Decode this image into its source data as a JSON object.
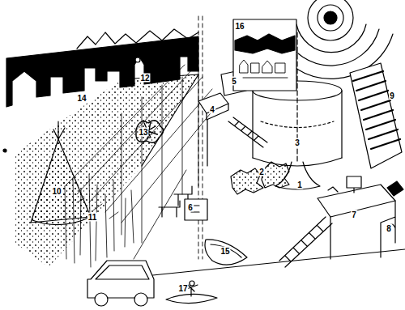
{
  "diagram": {
    "labels": [
      "16",
      "12",
      "5",
      "9",
      "14",
      "4",
      "13",
      "3",
      "2",
      "1",
      "10",
      "6",
      "7",
      "11",
      "8",
      "15",
      "17"
    ]
  }
}
